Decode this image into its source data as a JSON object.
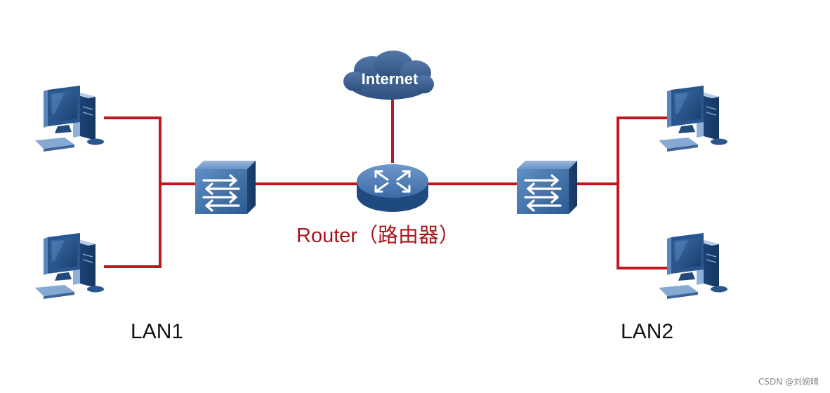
{
  "nodes": {
    "internet": {
      "label": "Internet"
    },
    "router": {
      "label": "Router（路由器）"
    }
  },
  "lans": {
    "lan1": {
      "label": "LAN1"
    },
    "lan2": {
      "label": "LAN2"
    }
  },
  "colors": {
    "link": "#c0171c",
    "device_blue": "#1f4f86",
    "label_red": "#a8141a"
  },
  "icons": [
    "cloud-icon",
    "router-icon",
    "switch-icon",
    "computer-icon"
  ],
  "watermark": "CSDN @刘婉晴"
}
